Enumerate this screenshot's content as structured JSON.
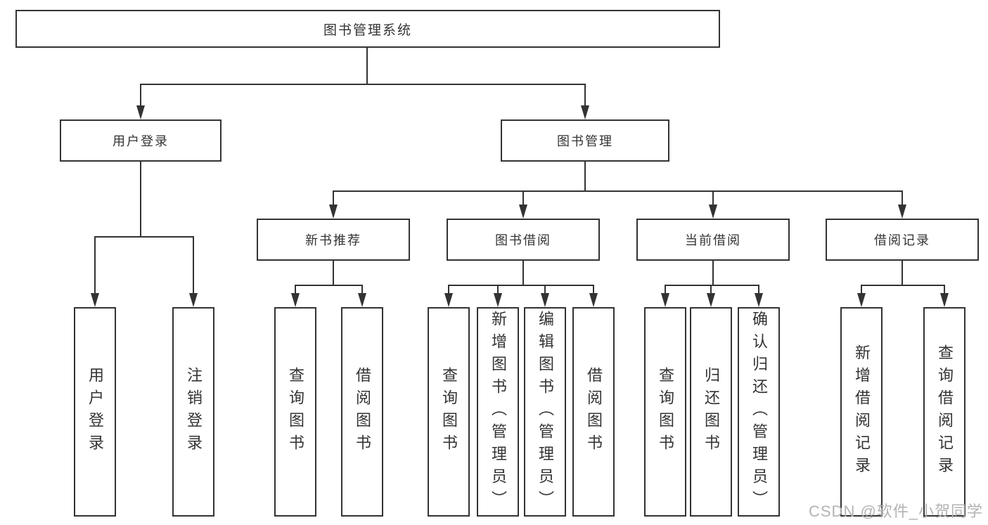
{
  "tree": {
    "label": "图书管理系统",
    "children": [
      {
        "label": "用户登录",
        "children": [
          {
            "label": "用户登录"
          },
          {
            "label": "注销登录"
          }
        ]
      },
      {
        "label": "图书管理",
        "children": [
          {
            "label": "新书推荐",
            "children": [
              {
                "label": "查询图书"
              },
              {
                "label": "借阅图书"
              }
            ]
          },
          {
            "label": "图书借阅",
            "children": [
              {
                "label": "查询图书"
              },
              {
                "label": "新增图书（管理员）"
              },
              {
                "label": "编辑图书（管理员）"
              },
              {
                "label": "借阅图书"
              }
            ]
          },
          {
            "label": "当前借阅",
            "children": [
              {
                "label": "查询图书"
              },
              {
                "label": "归还图书"
              },
              {
                "label": "确认归还（管理员）"
              }
            ]
          },
          {
            "label": "借阅记录",
            "children": [
              {
                "label": "新增借阅记录"
              },
              {
                "label": "查询借阅记录"
              }
            ]
          }
        ]
      }
    ]
  },
  "watermark": "CSDN @软件_小贺同学",
  "colors": {
    "line": "#333333",
    "text": "#333333",
    "watermark": "#b3b3b3",
    "bg": "#ffffff"
  }
}
